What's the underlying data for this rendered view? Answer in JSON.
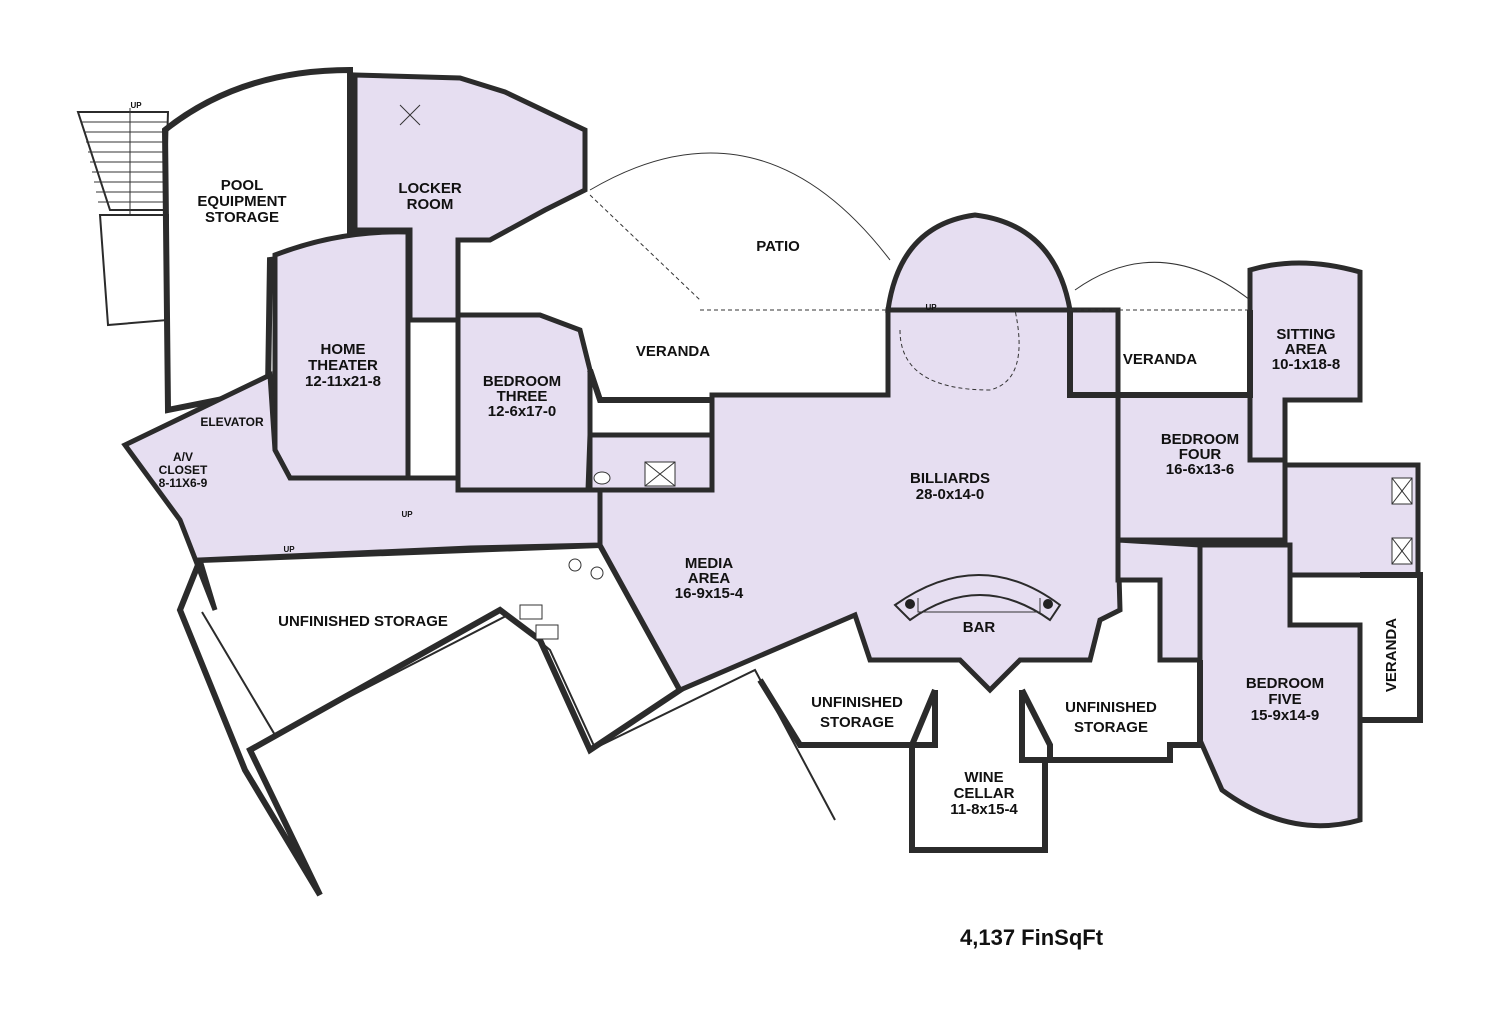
{
  "colors": {
    "finished_fill": "#e6def1",
    "unfinished_fill": "#ffffff",
    "wall": "#2b2b2b"
  },
  "rooms": {
    "pool_equipment": [
      "POOL",
      "EQUIPMENT",
      "STORAGE"
    ],
    "locker_room": [
      "LOCKER",
      "ROOM"
    ],
    "patio": "PATIO",
    "home_theater": [
      "HOME",
      "THEATER",
      "12-11x21-8"
    ],
    "bedroom_three": [
      "BEDROOM",
      "THREE",
      "12-6x17-0"
    ],
    "veranda_left": "VERANDA",
    "veranda_mid": "VERANDA",
    "veranda_right": "VERANDA",
    "sitting_area": [
      "SITTING",
      "AREA",
      "10-1x18-8"
    ],
    "elevator": "ELEVATOR",
    "av_closet": [
      "A/V",
      "CLOSET",
      "8-11X6-9"
    ],
    "bedroom_four": [
      "BEDROOM",
      "FOUR",
      "16-6x13-6"
    ],
    "billiards": [
      "BILLIARDS",
      "28-0x14-0"
    ],
    "media_area": [
      "MEDIA",
      "AREA",
      "16-9x15-4"
    ],
    "bar": "BAR",
    "unfinished_storage_left": "UNFINISHED STORAGE",
    "unfinished_storage_mid": [
      "UNFINISHED",
      "STORAGE"
    ],
    "unfinished_storage_right": [
      "UNFINISHED",
      "STORAGE"
    ],
    "wine_cellar": [
      "WINE",
      "CELLAR",
      "11-8x15-4"
    ],
    "bedroom_five": [
      "BEDROOM",
      "FIVE",
      "15-9x14-9"
    ]
  },
  "stair_labels": {
    "up_top": "UP",
    "up_spiral": "UP",
    "up_hall": "UP",
    "up_stair": "UP"
  },
  "footer": {
    "total": "4,137 FinSqFt"
  }
}
